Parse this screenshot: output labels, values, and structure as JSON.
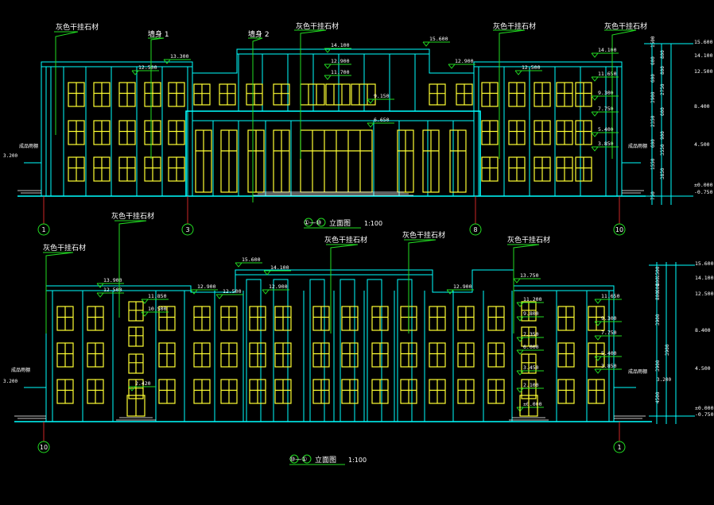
{
  "top": {
    "notes": [
      "灰色干挂石材",
      "灰色干挂石材",
      "灰色干挂石材",
      "灰色干挂石材"
    ],
    "wall1": "墙身 1",
    "wall2": "墙身 2",
    "title_mark": "①—⑩",
    "title_text": "立面图",
    "scale": "1:100",
    "axes": [
      "1",
      "3",
      "8",
      "10"
    ],
    "elevations_inline": [
      "15.600",
      "14.100",
      "13.300",
      "12.900",
      "12.900",
      "11.700",
      "12.500",
      "9.150",
      "6.650",
      "14.100",
      "12.500",
      "11.650",
      "9.300",
      "7.750",
      "5.400",
      "3.850",
      "3.200"
    ],
    "elevations_right": [
      "15.600",
      "14.100",
      "12.500",
      "8.400",
      "4.500",
      "±0.000",
      "-0.750"
    ],
    "dims_right": [
      "1500",
      "800",
      "600",
      "800",
      "600",
      "2750",
      "3900",
      "600",
      "2350",
      "900",
      "600",
      "3550",
      "1550",
      "3850",
      "750"
    ],
    "small_left": "成品雨棚",
    "small_right": "成品雨棚"
  },
  "bottom": {
    "notes": [
      "灰色干挂石材",
      "灰色干挂石材",
      "灰色干挂石材",
      "灰色干挂石材",
      "灰色干挂石材"
    ],
    "title_mark": "⑩—①",
    "title_text": "立面图",
    "scale": "1:100",
    "axes": [
      "10",
      "1"
    ],
    "elevations_inline": [
      "15.600",
      "14.100",
      "13.900",
      "12.500",
      "11.850",
      "10.500",
      "12.900",
      "12.500",
      "12.900",
      "12.900",
      "13.750",
      "11.200",
      "9.800",
      "7.350",
      "6.000",
      "3.450",
      "2.100",
      "±0.000",
      "2.420",
      "11.650",
      "9.300",
      "7.750",
      "5.400",
      "3.850",
      "3.200",
      "3.200"
    ],
    "elevations_right": [
      "15.600",
      "14.100",
      "12.500",
      "8.400",
      "4.500",
      "±0.000",
      "-0.750"
    ],
    "dims_right": [
      "1500",
      "800",
      "600",
      "800",
      "3900",
      "3900",
      "3900",
      "4500"
    ],
    "small_left": "成品雨棚",
    "small_right": "成品雨棚"
  }
}
